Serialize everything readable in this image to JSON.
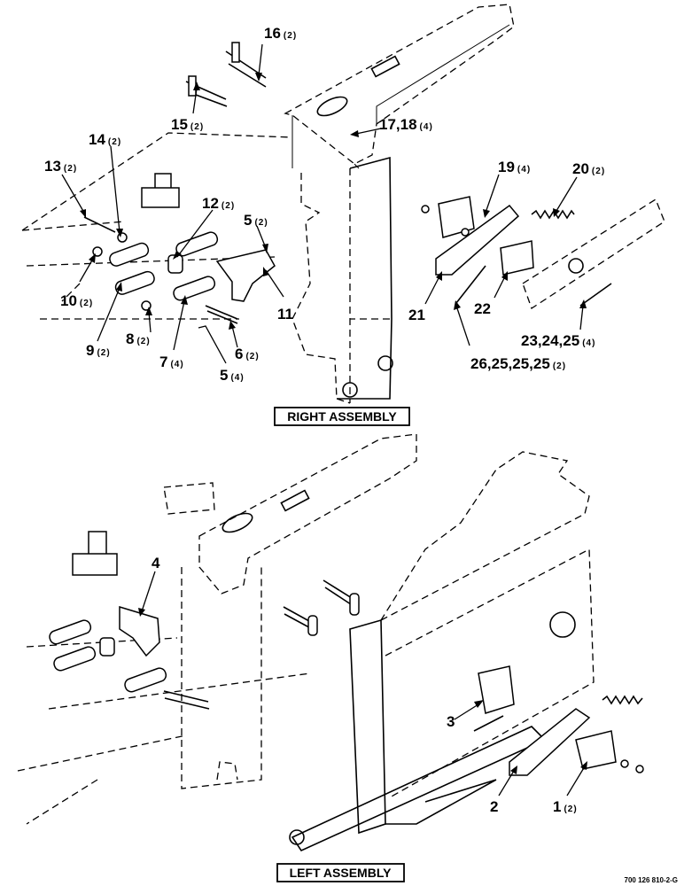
{
  "diagram": {
    "right_title": "RIGHT ASSEMBLY",
    "left_title": "LEFT ASSEMBLY",
    "figure_number": "700 126 810-2-G",
    "callouts": [
      {
        "id": "c16",
        "num": "16",
        "qty": "(2)"
      },
      {
        "id": "c15",
        "num": "15",
        "qty": "(2)"
      },
      {
        "id": "c17",
        "num": "17,18",
        "qty": "(4)"
      },
      {
        "id": "c14",
        "num": "14",
        "qty": "(2)"
      },
      {
        "id": "c13",
        "num": "13",
        "qty": "(2)"
      },
      {
        "id": "c12",
        "num": "12",
        "qty": "(2)"
      },
      {
        "id": "c5a",
        "num": "5",
        "qty": "(2)"
      },
      {
        "id": "c10",
        "num": "10",
        "qty": "(2)"
      },
      {
        "id": "c11",
        "num": "11",
        "qty": ""
      },
      {
        "id": "c9",
        "num": "9",
        "qty": "(2)"
      },
      {
        "id": "c8",
        "num": "8",
        "qty": "(2)"
      },
      {
        "id": "c7",
        "num": "7",
        "qty": "(4)"
      },
      {
        "id": "c6",
        "num": "6",
        "qty": "(2)"
      },
      {
        "id": "c5b",
        "num": "5",
        "qty": "(4)"
      },
      {
        "id": "c19",
        "num": "19",
        "qty": "(4)"
      },
      {
        "id": "c20",
        "num": "20",
        "qty": "(2)"
      },
      {
        "id": "c21",
        "num": "21",
        "qty": ""
      },
      {
        "id": "c22",
        "num": "22",
        "qty": ""
      },
      {
        "id": "c23",
        "num": "23,24,25",
        "qty": "(4)"
      },
      {
        "id": "c26",
        "num": "26,25,25,25",
        "qty": "(2)"
      },
      {
        "id": "c4",
        "num": "4",
        "qty": ""
      },
      {
        "id": "c3",
        "num": "3",
        "qty": ""
      },
      {
        "id": "c2",
        "num": "2",
        "qty": ""
      },
      {
        "id": "c1",
        "num": "1",
        "qty": "(2)"
      }
    ]
  }
}
